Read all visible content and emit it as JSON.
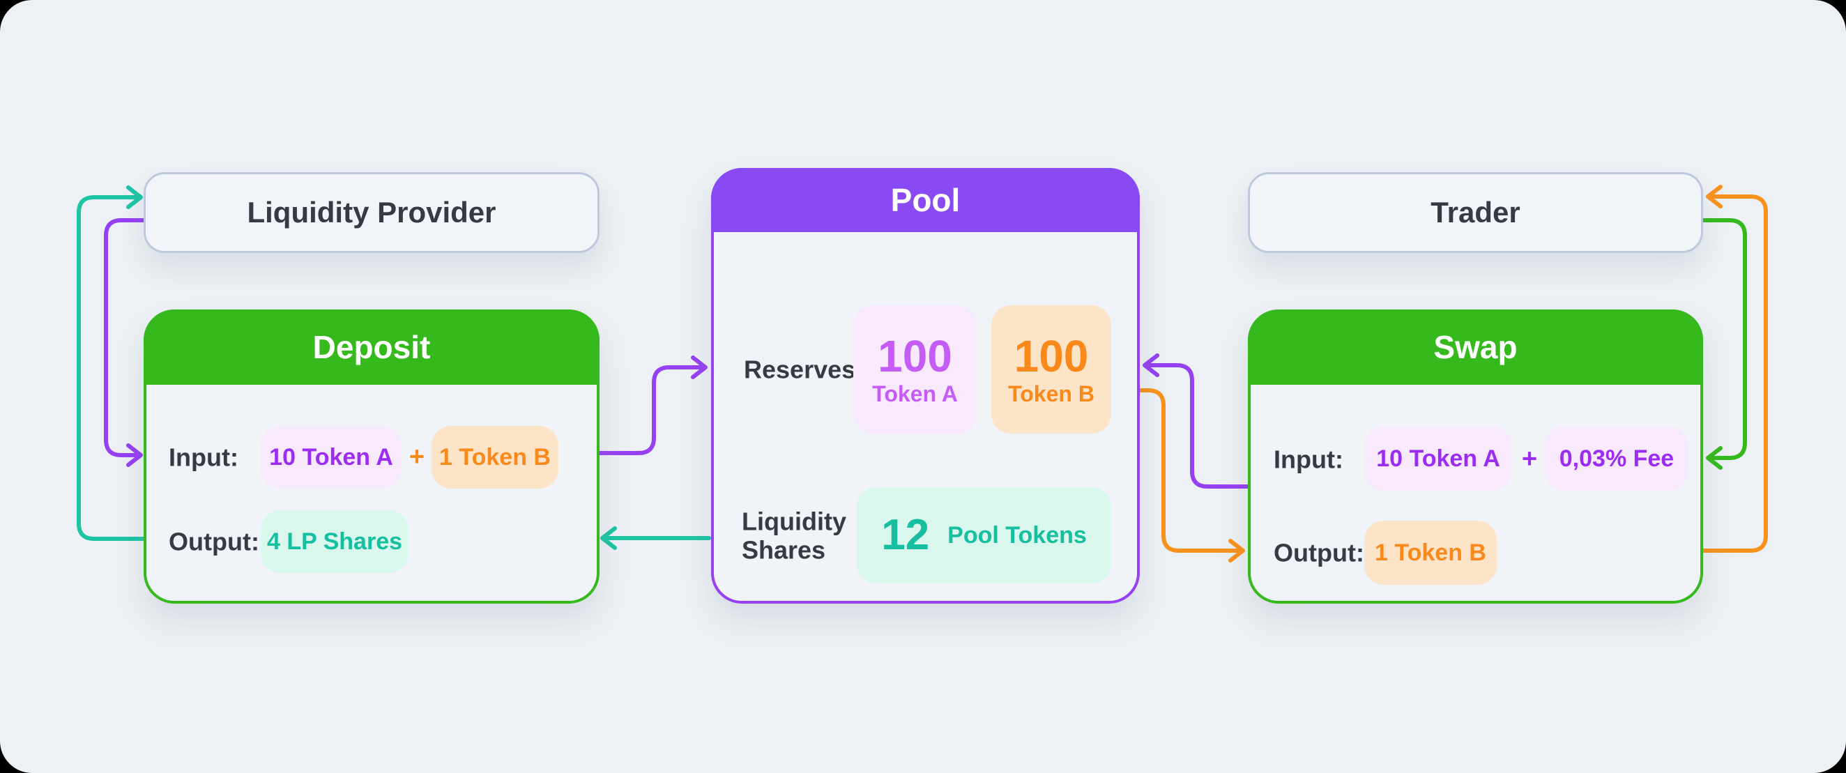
{
  "colors": {
    "panel": "#edf1f5",
    "card_body": "#f0f4f8",
    "pill_bg": "#f1f5f9",
    "pill_border": "#bdc9dc",
    "green": "#35b91c",
    "purple": "#9640f3",
    "purple_header": "#8a4af3",
    "purple_deep_text": "#9b2cf2",
    "purple_light_text": "#c45cf5",
    "lavender_bg": "#f8eafc",
    "orange": "#f8921d",
    "orange_text": "#f8891a",
    "orange_bg": "#fce4c8",
    "teal": "#1cc5a4",
    "teal_text": "#16bf9f",
    "teal_bg": "#d9f7ec",
    "text_dark": "#363b43"
  },
  "lp_box": {
    "label": "Liquidity Provider"
  },
  "trader_box": {
    "label": "Trader"
  },
  "deposit_card": {
    "title": "Deposit",
    "input_label": "Input:",
    "input_chip_a": "10 Token A",
    "plus": "+",
    "input_chip_b": "1 Token B",
    "output_label": "Output:",
    "output_chip": "4 LP Shares"
  },
  "pool_card": {
    "title": "Pool",
    "reserves_label": "Reserves",
    "token_a": {
      "value": "100",
      "label": "Token A"
    },
    "token_b": {
      "value": "100",
      "label": "Token B"
    },
    "liquidity_shares_label": "Liquidity\nShares",
    "pool_tokens": {
      "value": "12",
      "label": "Pool Tokens"
    }
  },
  "swap_card": {
    "title": "Swap",
    "input_label": "Input:",
    "input_chip_a": "10 Token A",
    "plus": "+",
    "input_chip_fee": "0,03% Fee",
    "output_label": "Output:",
    "output_chip": "1 Token B"
  },
  "arrows": [
    {
      "name": "deposit-output-to-liquidity-provider",
      "color": "teal"
    },
    {
      "name": "liquidity-provider-to-deposit-input",
      "color": "purple"
    },
    {
      "name": "deposit-to-pool-reserves",
      "color": "purple"
    },
    {
      "name": "pool-shares-to-deposit-output",
      "color": "teal"
    },
    {
      "name": "swap-input-to-pool-reserves",
      "color": "purple"
    },
    {
      "name": "pool-to-swap-output",
      "color": "orange"
    },
    {
      "name": "trader-to-swap-input",
      "color": "green"
    },
    {
      "name": "swap-output-to-trader",
      "color": "orange"
    }
  ]
}
